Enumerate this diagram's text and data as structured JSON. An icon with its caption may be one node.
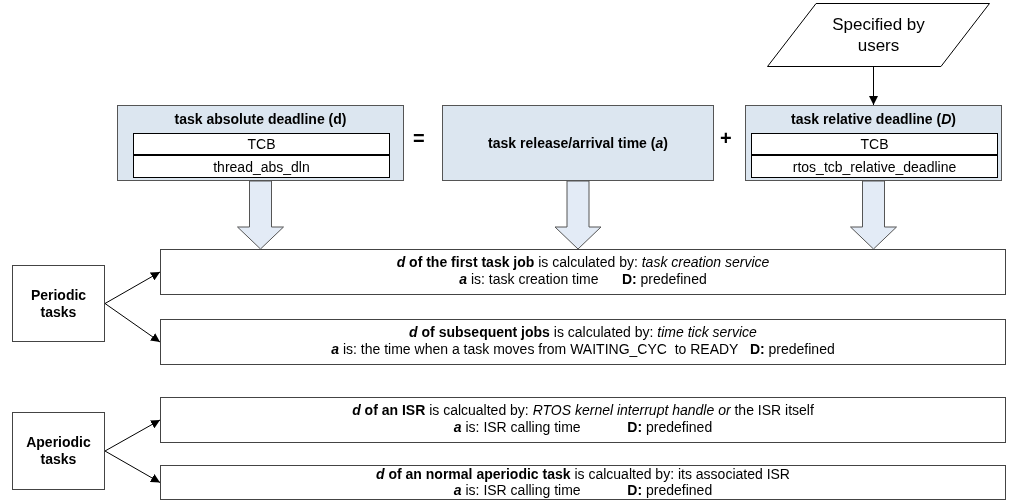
{
  "diagram": {
    "nodes": [
      {
        "text": [
          "Specified by users"
        ]
      },
      {
        "text": [
          "task absolute deadline (d)"
        ]
      },
      {
        "text": [
          "TCB"
        ],
        "in": 1
      },
      {
        "text": [
          "thread_abs_dln"
        ],
        "in": 1
      },
      {
        "text": [
          "task release/arrival time (*a*)"
        ]
      },
      {
        "text": [
          "task relative deadline (*D*)"
        ]
      },
      {
        "text": [
          "TCB"
        ],
        "in": 5
      },
      {
        "text": [
          "rtos_tcb_relative_deadline"
        ],
        "in": 5
      },
      {
        "text": [
          "Periodic tasks"
        ]
      },
      {
        "text": [
          "***d* of the first task job** is calculated by: *task creation service*",
          "**a** is: task creation time      **D:** predefined"
        ]
      },
      {
        "text": [
          "***d* of subsequent jobs** is calculated by: *time tick service*",
          "**a** is: the time when a task moves from WAITING_CYC  to READY   **D:** predefined"
        ]
      },
      {
        "text": [
          "Aperiodic tasks"
        ]
      },
      {
        "text": [
          "***d* of an ISR** is calcualted by: *RTOS kernel interrupt handle or* the ISR itself",
          "**a** is: ISR calling time            **D:** predefined"
        ]
      },
      {
        "text": [
          "***d* of an normal aperiodic task** is calcualted by: its associated ISR",
          "**a** is: ISR calling time            **D:** predefined"
        ]
      }
    ],
    "edges": [
      {
        "from": 0,
        "to": 5,
        "arrow": "to"
      },
      {
        "from": 1,
        "to": 9,
        "arrow": "to",
        "style": "thick"
      },
      {
        "from": 4,
        "to": 9,
        "arrow": "to",
        "style": "thick"
      },
      {
        "from": 5,
        "to": 9,
        "arrow": "to",
        "style": "thick"
      },
      {
        "from": 8,
        "to": 9,
        "arrow": "to"
      },
      {
        "from": 8,
        "to": 10,
        "arrow": "to"
      },
      {
        "from": 11,
        "to": 12,
        "arrow": "to"
      },
      {
        "from": 11,
        "to": 13,
        "arrow": "to"
      }
    ],
    "labels": [
      "=",
      "+"
    ]
  }
}
